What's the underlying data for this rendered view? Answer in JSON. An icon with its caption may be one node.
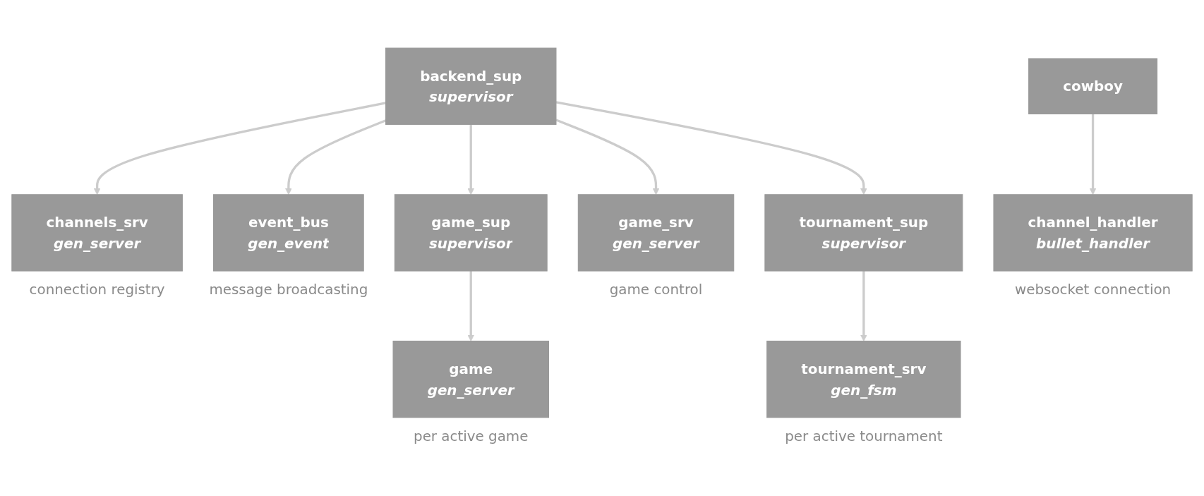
{
  "diagram": {
    "nodes": [
      {
        "text": [
          "cowboy"
        ]
      },
      {
        "text": [
          "backend_sup",
          "supervisor"
        ]
      },
      {
        "text": [
          "channels_srv",
          "gen_server"
        ],
        "beside": [
          "connection registry"
        ]
      },
      {
        "text": [
          "event_bus",
          "gen_event"
        ],
        "beside": [
          "message broadcasting"
        ]
      },
      {
        "text": [
          "game_sup",
          "supervisor"
        ]
      },
      {
        "text": [
          "game_srv",
          "gen_server"
        ],
        "beside": [
          "game control"
        ]
      },
      {
        "text": [
          "tournament_sup",
          "supervisor"
        ]
      },
      {
        "text": [
          "channel_handler",
          "bullet_handler"
        ],
        "beside": [
          "websocket connection"
        ]
      },
      {
        "text": [
          "game",
          "gen_server"
        ],
        "beside": [
          "per active game"
        ]
      },
      {
        "text": [
          "tournament_srv",
          "gen_fsm"
        ],
        "beside": [
          "per active tournament"
        ]
      }
    ],
    "edges": [
      {
        "from": 0,
        "to": 7,
        "arrow": "to"
      },
      {
        "from": 1,
        "to": 2,
        "arrow": "to"
      },
      {
        "from": 1,
        "to": 3,
        "arrow": "to"
      },
      {
        "from": 1,
        "to": 4,
        "arrow": "to"
      },
      {
        "from": 1,
        "to": 5,
        "arrow": "to"
      },
      {
        "from": 1,
        "to": 6,
        "arrow": "to"
      },
      {
        "from": 4,
        "to": 8,
        "arrow": "to"
      },
      {
        "from": 6,
        "to": 9,
        "arrow": "to"
      }
    ]
  }
}
